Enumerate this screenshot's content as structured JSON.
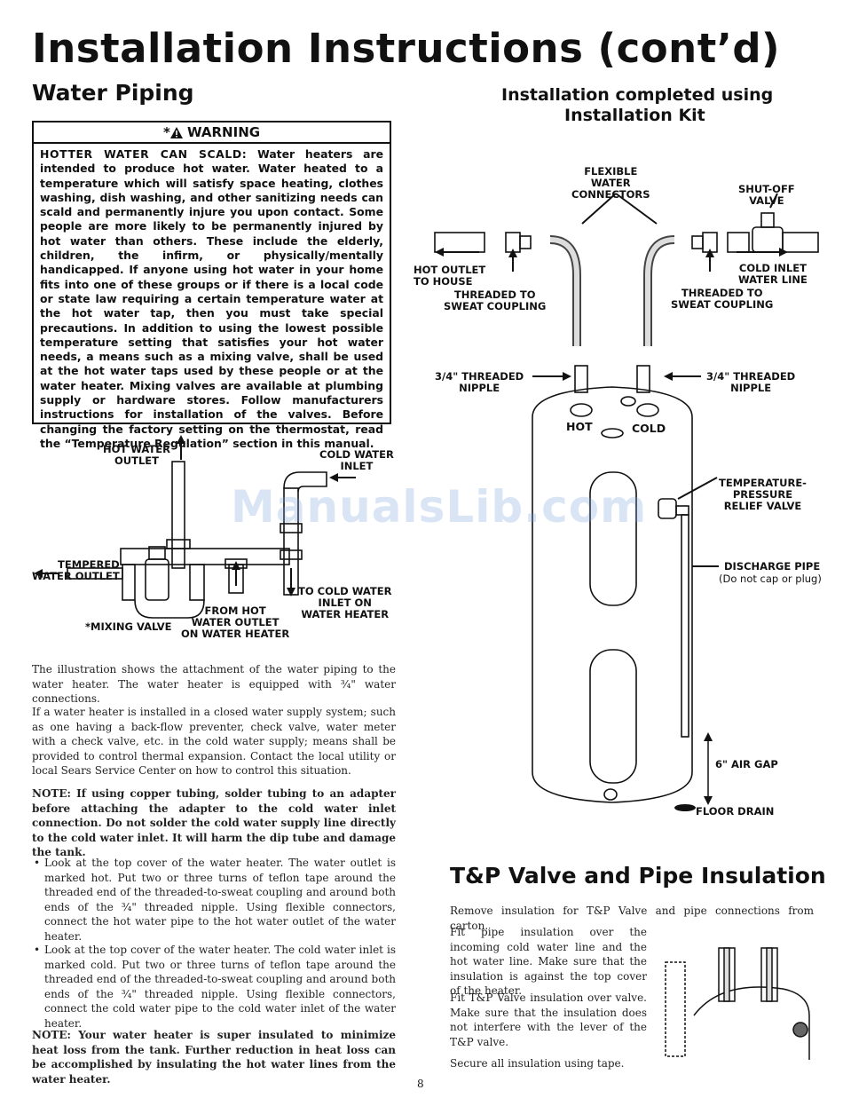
{
  "page": {
    "title": "Installation Instructions (cont’d)",
    "page_number": "8",
    "watermark": "ManualsLib.com"
  },
  "water_piping": {
    "heading": "Water Piping",
    "warning": {
      "header": "WARNING",
      "header_prefix": "*",
      "lead": "HOTTER WATER CAN SCALD:",
      "body": " Water heaters are intended to produce hot water. Water heated to a temperature which will satisfy space heating, clothes washing, dish washing, and other sanitizing needs can scald and permanently injure you upon contact. Some people are more likely to be permanently injured by hot water than others. These include the elderly, children, the infirm, or physically/mentally handicapped. If anyone using hot water in your home fits into one of these groups or if there is a local code or state law requiring a certain temperature water at the hot water tap, then you must take special precautions. In addition to using the lowest possible temperature setting that satisfies your hot water needs, a means such as a mixing valve, shall be used at the hot water taps used by these people or at the water heater. Mixing valves are available at plumbing supply or hardware stores. Follow manufacturers instructions for installation of the valves. Before changing the factory setting on the thermostat, read the “Temperature Regulation” section in this manual."
    },
    "diagram_labels": {
      "hot_water_outlet": "HOT WATER\nOUTLET",
      "cold_water_inlet": "COLD WATER\nINLET",
      "tempered_water_outlet": "TEMPERED\nWATER OUTLET",
      "to_cold_water_inlet": "TO COLD WATER\nINLET ON\nWATER HEATER",
      "from_hot_water_outlet": "FROM HOT\nWATER OUTLET\nON WATER HEATER",
      "mixing_valve": "*MIXING VALVE"
    },
    "paragraphs": [
      "The illustration shows the attachment of the water piping to the water heater. The water heater is equipped with ¾\" water connections.",
      "If a water heater is installed in a closed water supply system; such as one having a back-flow preventer, check valve, water meter with a check valve, etc. in the cold water supply; means shall be provided to control thermal expansion. Contact the local utility or local Sears Service Center on how to control this situation."
    ],
    "note1": "NOTE: If using copper tubing, solder tubing to an adapter before attaching the adapter to the cold water inlet connection. Do not solder the cold water supply line directly to the cold water inlet. It will harm the dip tube and damage the tank.",
    "bullets": [
      "Look at the top cover of the water heater. The water outlet is marked hot. Put two or three turns of teflon tape around the threaded end of the threaded-to-sweat coupling and around both ends of the ¾\" threaded nipple. Using flexible connectors, connect the hot water pipe to the hot water outlet of the water heater.",
      "Look at the top cover of the water heater. The cold water inlet is marked cold. Put two or three turns of teflon tape around the threaded end of the threaded-to-sweat coupling and around both ends of the ¾\" threaded nipple. Using flexible connectors, connect the cold water pipe to the cold water inlet of the water heater."
    ],
    "note2": "NOTE: Your water heater is super insulated to minimize heat loss from the tank. Further reduction in heat loss can be accomplished by insulating the hot water lines from the water heater."
  },
  "kit": {
    "heading_line1": "Installation completed using",
    "heading_line2": "Installation Kit",
    "labels": {
      "flexible_connectors": "FLEXIBLE\nWATER\nCONNECTORS",
      "shutoff_valve": "SHUT-OFF\nVALVE",
      "hot_outlet": "HOT OUTLET\nTO HOUSE",
      "cold_inlet": "COLD INLET\nWATER LINE",
      "threaded_sweat_left": "THREADED TO\nSWEAT COUPLING",
      "threaded_sweat_right": "THREADED TO\nSWEAT COUPLING",
      "nipple_left": "3/4\" THREADED\nNIPPLE",
      "nipple_right": "3/4\" THREADED\nNIPPLE",
      "hot": "HOT",
      "cold": "COLD",
      "tp_valve": "TEMPERATURE-\nPRESSURE\nRELIEF VALVE",
      "discharge_pipe": "DISCHARGE PIPE",
      "discharge_note": "(Do not cap or plug)",
      "air_gap": "6\" AIR GAP",
      "floor_drain": "FLOOR DRAIN"
    }
  },
  "tp_insulation": {
    "heading": "T&P Valve and Pipe Insulation",
    "paragraphs": [
      "Remove insulation for T&P Valve and pipe connections from carton.",
      "Fit pipe insulation over the incoming cold water line and the hot water line. Make sure that the insulation is against the top cover of the heater.",
      "Fit T&P Valve insulation over valve. Make sure that the insulation does not interfere with the lever of the T&P valve.",
      "Secure all insulation using tape."
    ]
  },
  "colors": {
    "ink": "#111111",
    "watermark": "#78a0dc"
  },
  "icons": [
    "warning-triangle-icon",
    "arrow-icon"
  ]
}
